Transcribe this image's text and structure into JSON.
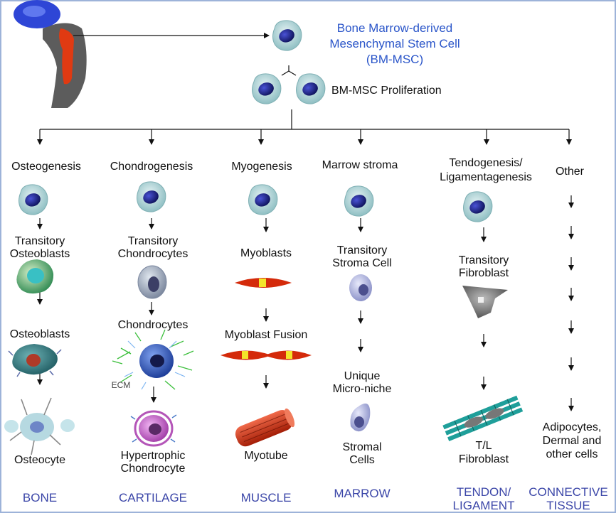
{
  "colors": {
    "frame": "#9db3d9",
    "title_blue": "#2a55c9",
    "footer_blue": "#3b46a8",
    "cell_body": "#b8d6d8",
    "cell_nucleus": "#1b1f8c",
    "muscle_red": "#d42a0a",
    "bone_red": "#e03a12"
  },
  "source": {
    "title_line1": "Bone Marrow-derived",
    "title_line2": "Mesenchymal Stem Cell",
    "title_line3": "(BM-MSC)",
    "proliferation": "BM-MSC Proliferation"
  },
  "bone": {
    "header": "Osteogenesis",
    "step1_line1": "Transitory",
    "step1_line2": "Osteoblasts",
    "step2": "Osteoblasts",
    "step3": "Osteocyte",
    "footer": "BONE"
  },
  "cartilage": {
    "header": "Chondrogenesis",
    "step1_line1": "Transitory",
    "step1_line2": "Chondrocytes",
    "step2": "Chondrocytes",
    "ecm": "ECM",
    "step3_line1": "Hypertrophic",
    "step3_line2": "Chondrocyte",
    "footer": "CARTILAGE"
  },
  "muscle": {
    "header": "Myogenesis",
    "step1": "Myoblasts",
    "step2": "Myoblast Fusion",
    "step3": "Myotube",
    "footer": "MUSCLE"
  },
  "marrow": {
    "header": "Marrow stroma",
    "step1_line1": "Transitory",
    "step1_line2": "Stroma Cell",
    "step2_line1": "Unique",
    "step2_line2": "Micro-niche",
    "step3_line1": "Stromal",
    "step3_line2": "Cells",
    "footer": "MARROW"
  },
  "tendon": {
    "header_line1": "Tendogenesis/",
    "header_line2": "Ligamentagenesis",
    "step1_line1": "Transitory",
    "step1_line2": "Fibroblast",
    "step2_line1": "T/L",
    "step2_line2": "Fibroblast",
    "footer_line1": "TENDON/",
    "footer_line2": "LIGAMENT"
  },
  "other": {
    "header": "Other",
    "step1_line1": "Adipocytes,",
    "step1_line2": "Dermal and",
    "step1_line3": "other cells",
    "footer_line1": "CONNECTIVE",
    "footer_line2": "TISSUE"
  }
}
